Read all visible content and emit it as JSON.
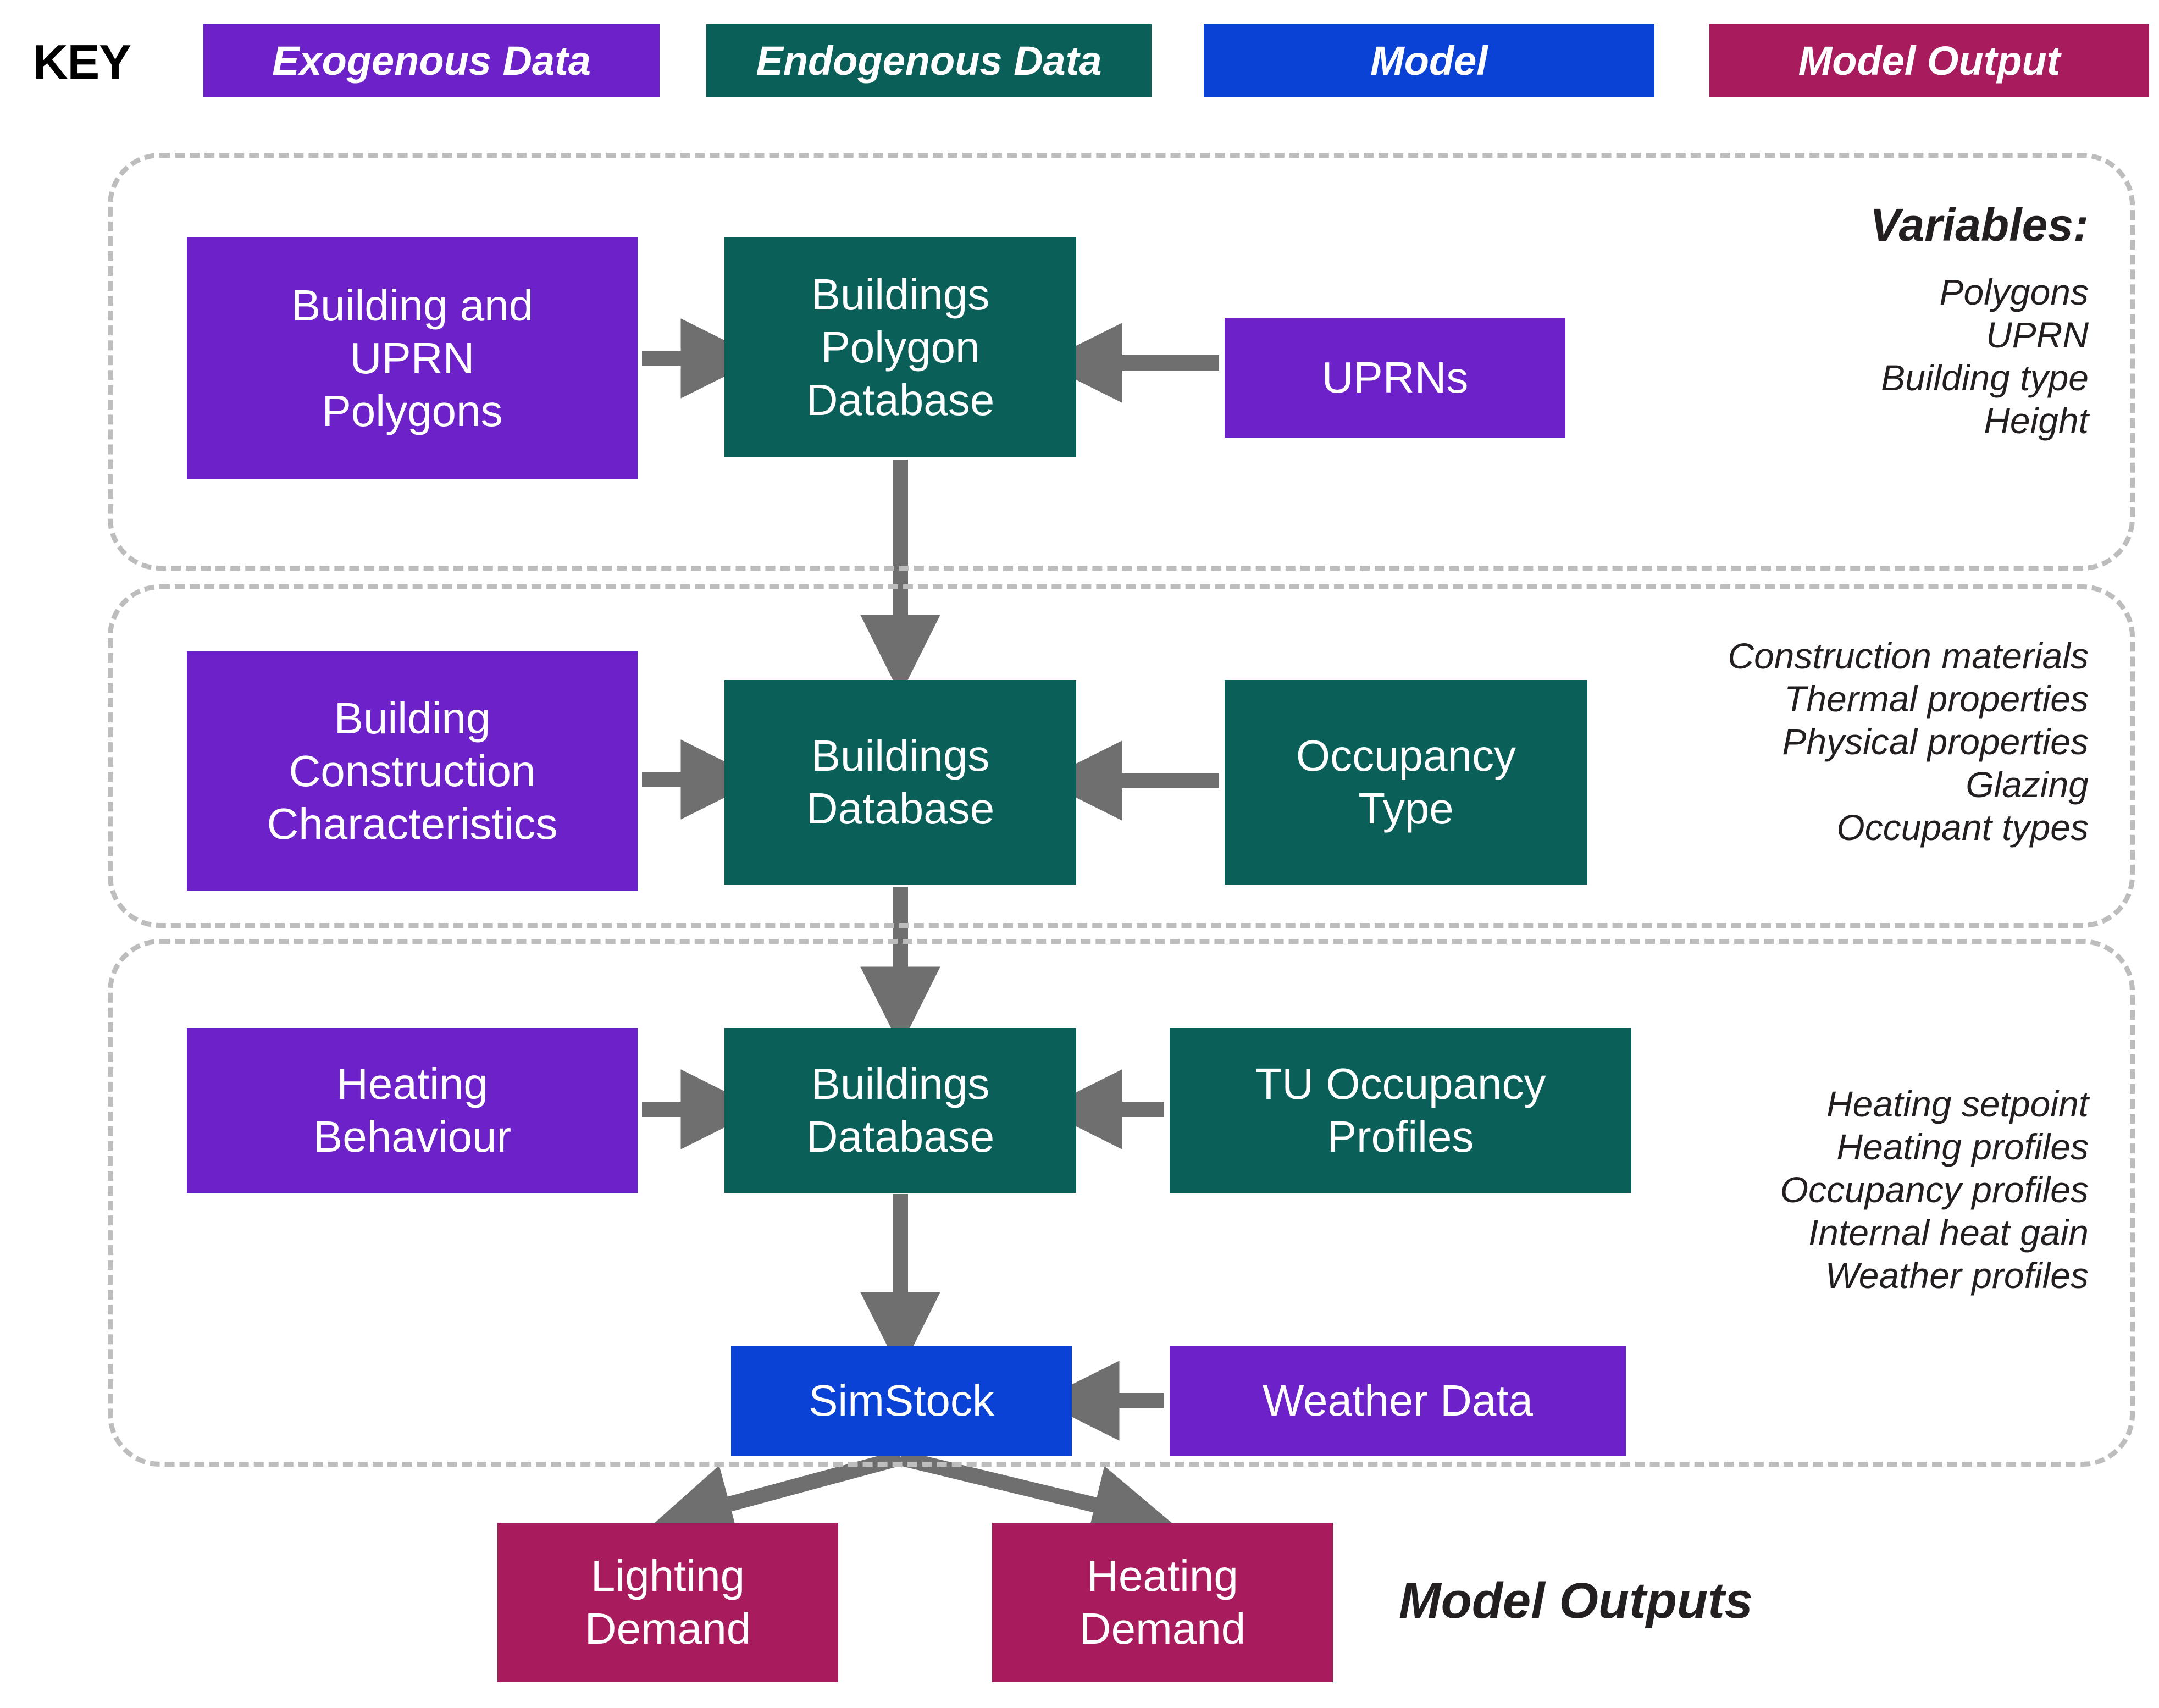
{
  "key": {
    "label": "KEY",
    "items": [
      {
        "name": "exogenous-data",
        "label": "Exogenous Data",
        "color": "#6d21c8"
      },
      {
        "name": "endogenous-data",
        "label": "Endogenous Data",
        "color": "#0a6059"
      },
      {
        "name": "model",
        "label": "Model",
        "color": "#0a42d6"
      },
      {
        "name": "model-output",
        "label": "Model Output",
        "color": "#a81c5d"
      }
    ]
  },
  "nodes": {
    "building_uprn_polygons": {
      "lines": [
        "Building and",
        "UPRN",
        "Polygons"
      ],
      "type": "Exogenous Data"
    },
    "buildings_polygon_database": {
      "lines": [
        "Buildings",
        "Polygon",
        "Database"
      ],
      "type": "Endogenous Data"
    },
    "uprns": {
      "lines": [
        "UPRNs"
      ],
      "type": "Exogenous Data"
    },
    "building_construction_characteristics": {
      "lines": [
        "Building",
        "Construction",
        "Characteristics"
      ],
      "type": "Exogenous Data"
    },
    "buildings_database_2": {
      "lines": [
        "Buildings",
        "Database"
      ],
      "type": "Endogenous Data"
    },
    "occupancy_type": {
      "lines": [
        "Occupancy",
        "Type"
      ],
      "type": "Endogenous Data"
    },
    "heating_behaviour": {
      "lines": [
        "Heating",
        "Behaviour"
      ],
      "type": "Exogenous Data"
    },
    "buildings_database_3": {
      "lines": [
        "Buildings",
        "Database"
      ],
      "type": "Endogenous Data"
    },
    "tu_occupancy_profiles": {
      "lines": [
        "TU Occupancy",
        "Profiles"
      ],
      "type": "Endogenous Data"
    },
    "simstock": {
      "lines": [
        "SimStock"
      ],
      "type": "Model"
    },
    "weather_data": {
      "lines": [
        "Weather Data"
      ],
      "type": "Exogenous Data"
    },
    "lighting_demand": {
      "lines": [
        "Lighting",
        "Demand"
      ],
      "type": "Model Output"
    },
    "heating_demand": {
      "lines": [
        "Heating",
        "Demand"
      ],
      "type": "Model Output"
    }
  },
  "variable_panels": [
    {
      "heading": "Variables:",
      "items": [
        "Polygons",
        "UPRN",
        "Building type",
        "Height"
      ]
    },
    {
      "heading": "",
      "items": [
        "Construction materials",
        "Thermal properties",
        "Physical properties",
        "Glazing",
        "Occupant types"
      ]
    },
    {
      "heading": "",
      "items": [
        "Heating setpoint",
        "Heating profiles",
        "Occupancy profiles",
        "Internal heat gain",
        "Weather profiles"
      ]
    }
  ],
  "outputs_label": "Model Outputs",
  "colors": {
    "exogenous": "#6d21c8",
    "endogenous": "#0a6059",
    "model": "#0a42d6",
    "output": "#a81c5d",
    "arrow": "#6f6f6f",
    "group_border": "#bdbdbd",
    "text_dark": "#231f20"
  }
}
